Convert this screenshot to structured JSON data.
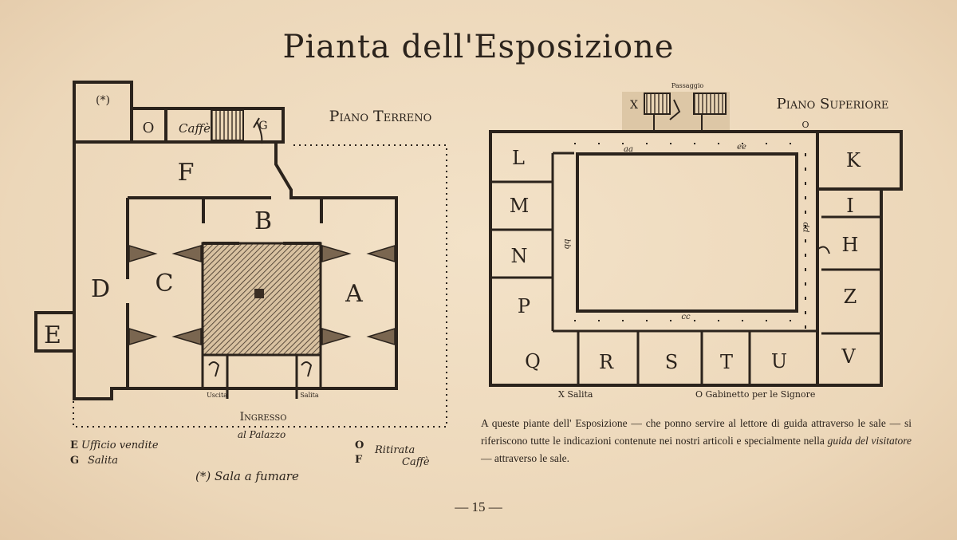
{
  "title": "Pianta dell'Esposizione",
  "ground_floor": {
    "heading": "Piano Terreno",
    "rooms": [
      "A",
      "B",
      "C",
      "D",
      "E",
      "F",
      "O",
      "G"
    ],
    "smoking_room_mark": "(*)",
    "cafe_label": "Caffè",
    "exit_label": "Uscita",
    "stair_label": "Salita",
    "entrance_line1": "Ingresso",
    "entrance_line2": "al Palazzo",
    "legend": [
      {
        "key": "E",
        "text": "Ufficio vendite"
      },
      {
        "key": "G",
        "text": "Salita"
      },
      {
        "key": "O",
        "text": "Ritirata"
      },
      {
        "key": "F",
        "text": "Caffè"
      }
    ],
    "footnote": "(*) Sala a fumare"
  },
  "upper_floor": {
    "heading": "Piano Superiore",
    "passage_label": "Passaggio",
    "rooms_left": [
      "L",
      "M",
      "N",
      "P"
    ],
    "rooms_bottom": [
      "Q",
      "R",
      "S",
      "T",
      "U"
    ],
    "rooms_right": [
      "K",
      "I",
      "H",
      "Z",
      "V"
    ],
    "stair_mark": "X",
    "o_mark": "O",
    "corridor_marks": [
      "aa",
      "ee",
      "bb",
      "cc",
      "pp"
    ],
    "legend_left": "X Salita",
    "legend_right": "O Gabinetto per le Signore"
  },
  "caption": {
    "part1": "A queste piante dell' Esposizione — che ponno servire al lettore di guida attraverso le sale — si riferiscono tutte le indicazioni contenute nei nostri articoli e specialmente nella",
    "italic": "guida del visitatore",
    "part2": "— attraverso le sale."
  },
  "page_number": "— 15 —"
}
